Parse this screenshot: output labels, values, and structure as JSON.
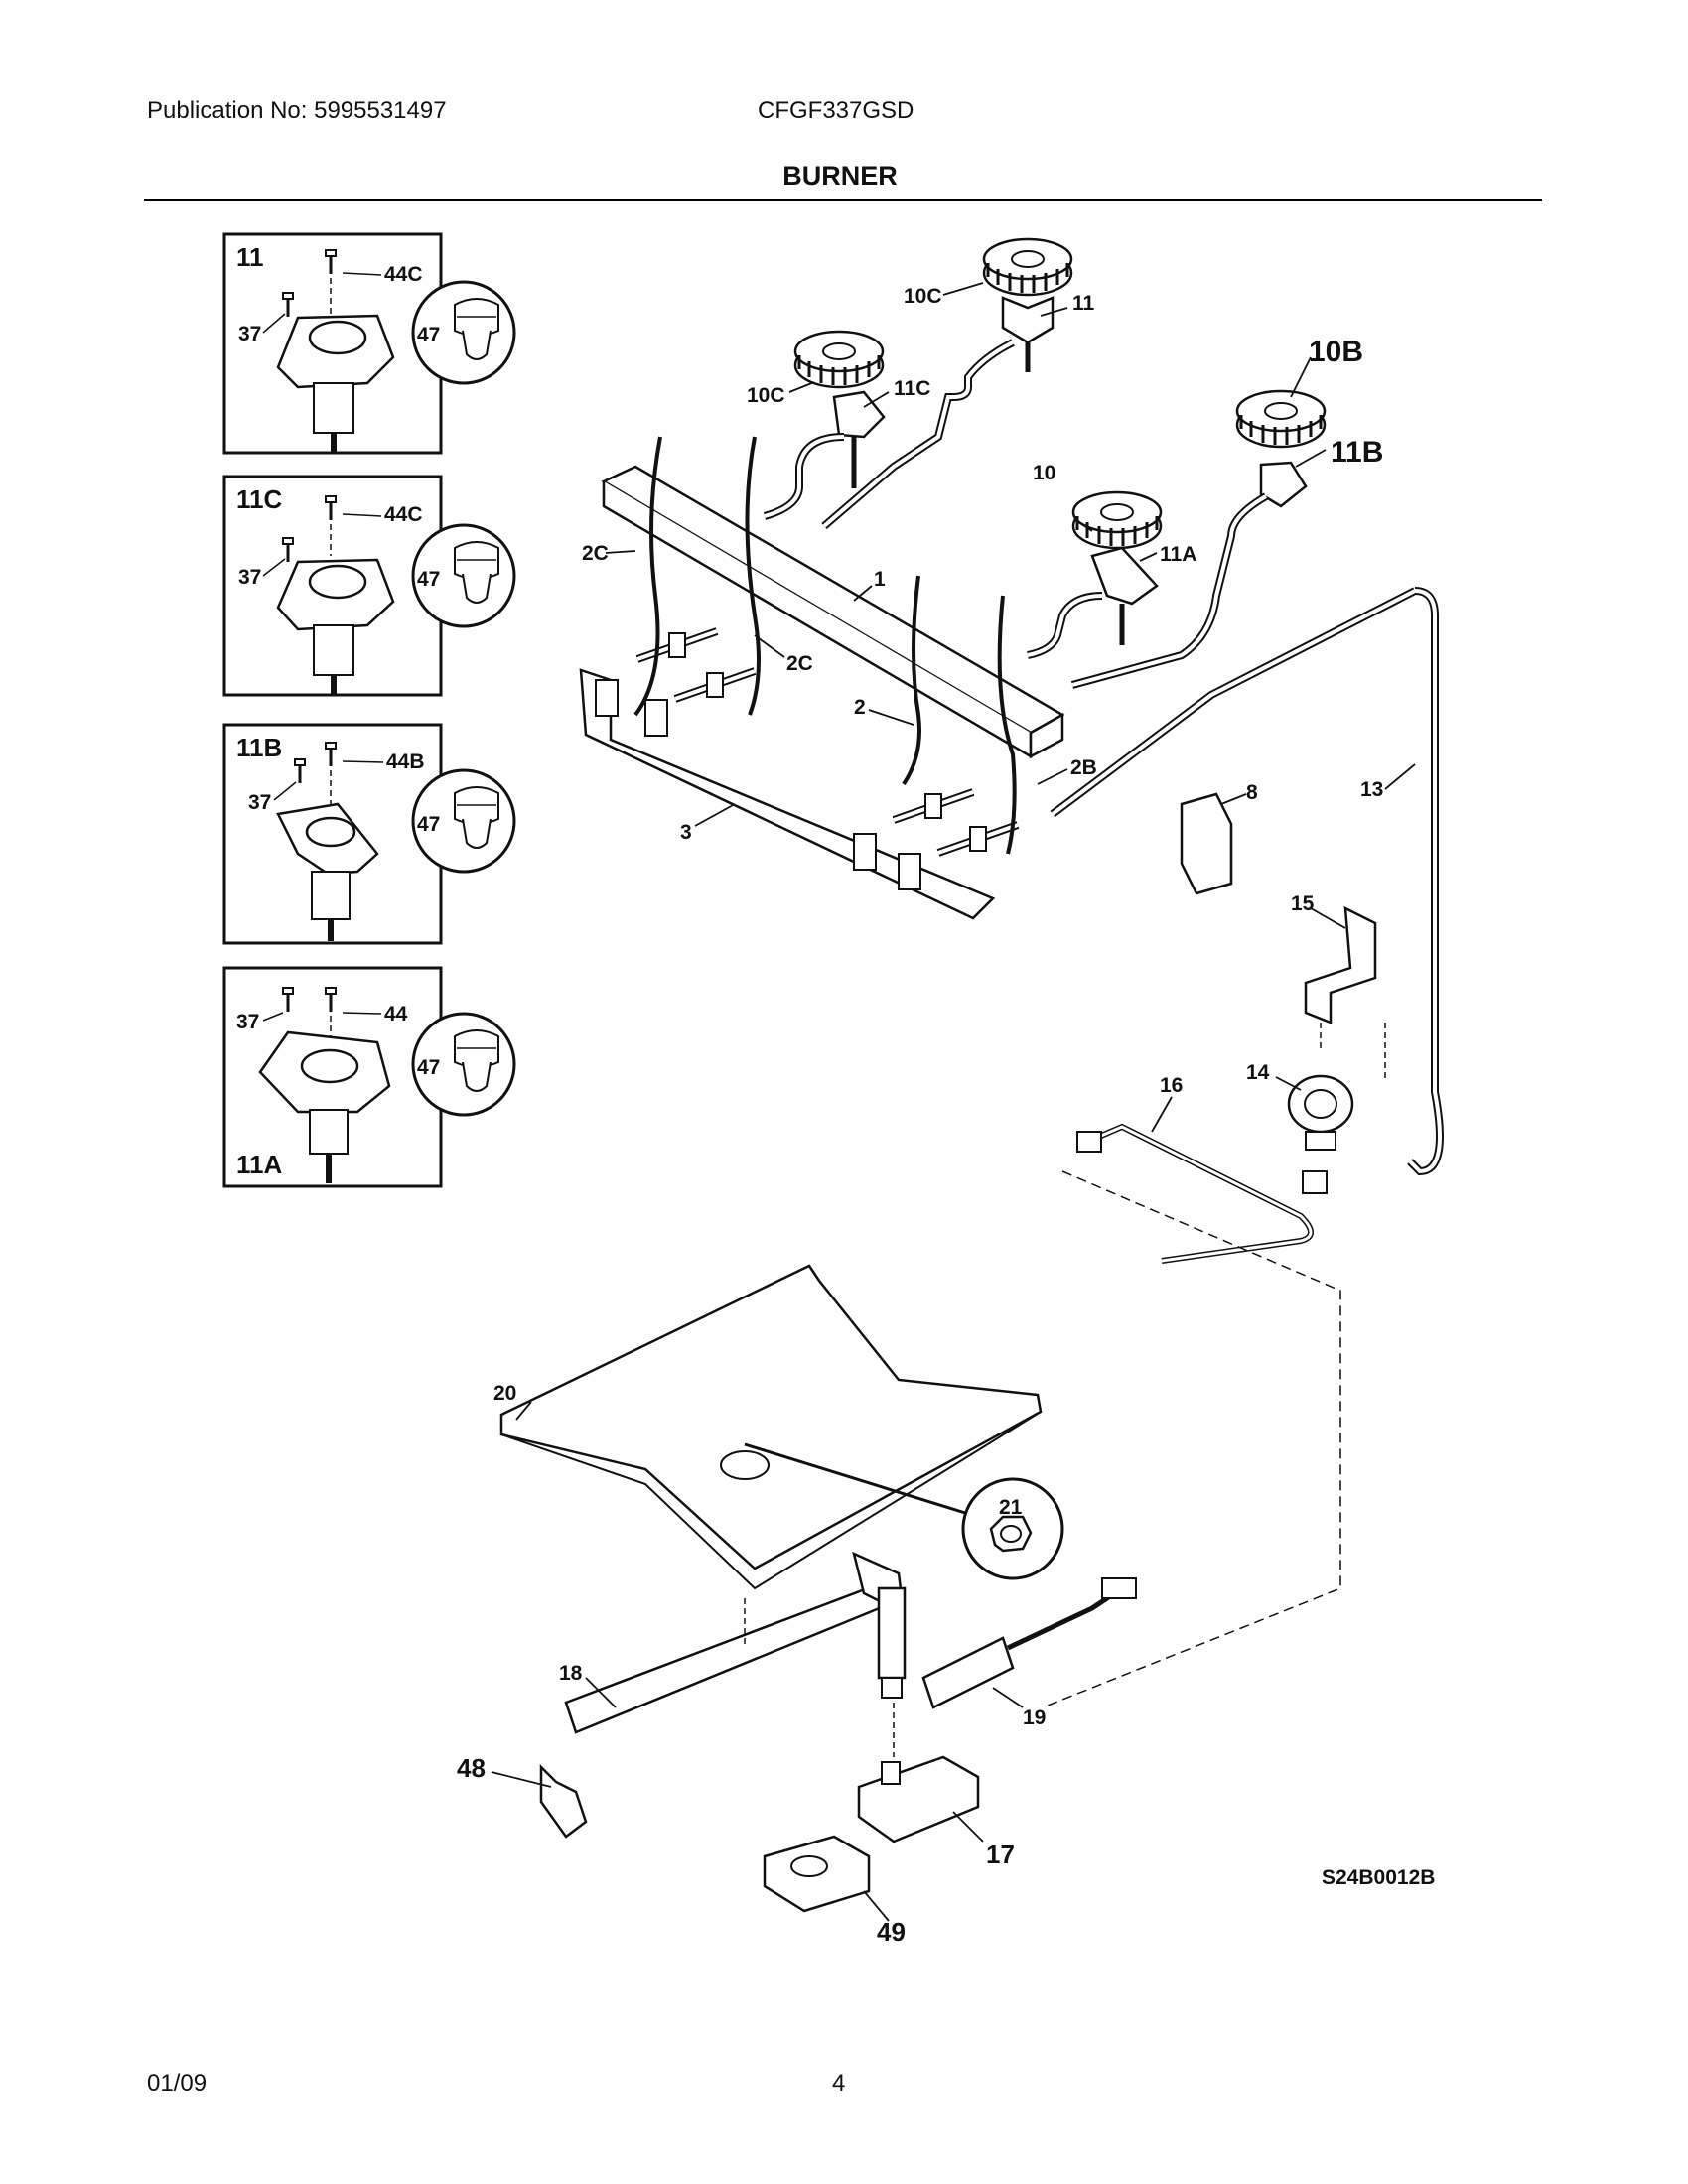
{
  "header": {
    "publication": "Publication No: 5995531497",
    "model": "CFGF337GSD",
    "section_title": "BURNER"
  },
  "footer": {
    "date": "01/09",
    "page": "4"
  },
  "diagram": {
    "code": "S24B0012B",
    "insets": [
      {
        "id": "11",
        "labels": [
          "11",
          "44C",
          "37",
          "47"
        ]
      },
      {
        "id": "11C",
        "labels": [
          "11C",
          "44C",
          "37",
          "47"
        ]
      },
      {
        "id": "11B",
        "labels": [
          "11B",
          "44B",
          "37",
          "47"
        ]
      },
      {
        "id": "11A",
        "labels": [
          "37",
          "44",
          "47",
          "11A"
        ]
      }
    ],
    "callouts": {
      "c10C_top": "10C",
      "c11_top": "11",
      "c10C_mid": "10C",
      "c11C": "11C",
      "c10B": "10B",
      "c11B": "11B",
      "c10": "10",
      "c11A": "11A",
      "c2C_left": "2C",
      "c2C_right": "2C",
      "c1": "1",
      "c2": "2",
      "c2B": "2B",
      "c3": "3",
      "c8": "8",
      "c13": "13",
      "c15": "15",
      "c14": "14",
      "c16": "16",
      "c20": "20",
      "c21": "21",
      "c18": "18",
      "c19": "19",
      "c48": "48",
      "c17": "17",
      "c49": "49"
    }
  }
}
